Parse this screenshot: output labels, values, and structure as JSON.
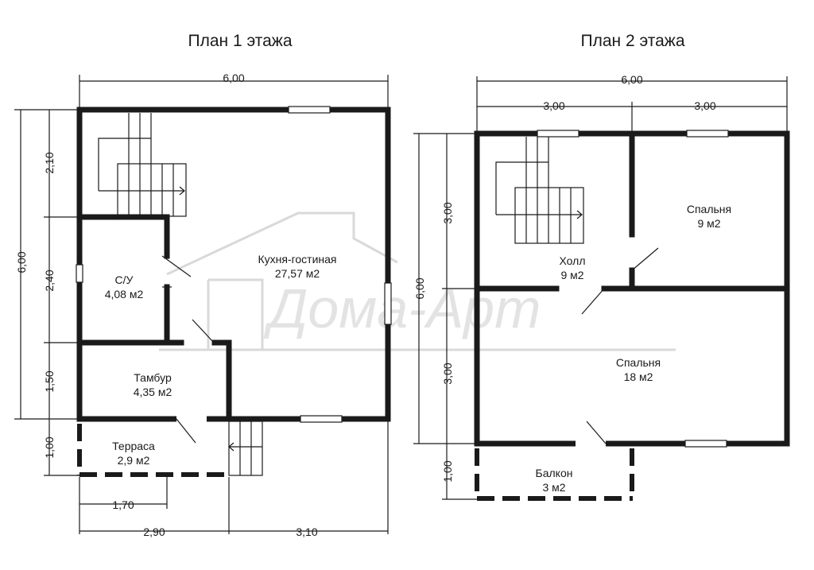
{
  "plan1": {
    "title": "План 1 этажа",
    "dims": {
      "top_total": "6,00",
      "left_total": "6,00",
      "left_seg1": "2,10",
      "left_seg2": "2,40",
      "left_seg3": "1,50",
      "left_seg4": "1,00",
      "bottom_170": "1,70",
      "bottom_290": "2,90",
      "bottom_310": "3,10"
    },
    "rooms": {
      "kitchen_name": "Кухня-гостиная",
      "kitchen_area": "27,57 м2",
      "wc_name": "С/У",
      "wc_area": "4,08 м2",
      "vestibule_name": "Тамбур",
      "vestibule_area": "4,35 м2",
      "terrace_name": "Терраса",
      "terrace_area": "2,9 м2"
    }
  },
  "plan2": {
    "title": "План 2 этажа",
    "dims": {
      "top_total": "6,00",
      "top_left": "3,00",
      "top_right": "3,00",
      "left_total": "6,00",
      "left_seg1": "3,00",
      "left_seg2": "3,00",
      "left_seg3": "1,00"
    },
    "rooms": {
      "bedroom1_name": "Спальня",
      "bedroom1_area": "9 м2",
      "hall_name": "Холл",
      "hall_area": "9 м2",
      "bedroom2_name": "Спальня",
      "bedroom2_area": "18 м2",
      "balcony_name": "Балкон",
      "balcony_area": "3 м2"
    }
  },
  "watermark": {
    "text": "Дома-Арт"
  }
}
